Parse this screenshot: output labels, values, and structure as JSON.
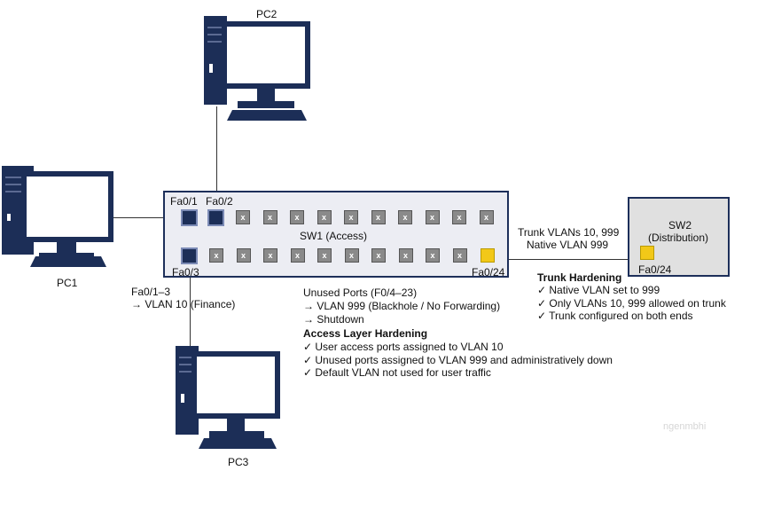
{
  "devices": {
    "pc1": {
      "label": "PC1"
    },
    "pc2": {
      "label": "PC2"
    },
    "pc3": {
      "label": "PC3"
    },
    "sw1": {
      "label": "SW1 (Access)"
    },
    "sw2": {
      "title": "SW2",
      "subtitle": "(Distribution)",
      "port_label": "Fa0/24"
    }
  },
  "ports": {
    "fa01": "Fa0/1",
    "fa02": "Fa0/2",
    "fa03": "Fa0/3",
    "fa024": "Fa0/24"
  },
  "access_ports_note": {
    "line1": "Fa0/1–3",
    "line2": "→ VLAN 10  (Finance)"
  },
  "unused_ports_note": {
    "line1": "Unused Ports (F0/4–23)",
    "line2": "→ VLAN 999 (Blackhole / No Forwarding)",
    "line3": "→ Shutdown"
  },
  "trunk_link": {
    "line1": "Trunk VLANs 10, 999",
    "line2": "Native VLAN 999"
  },
  "access_hardening": {
    "title": "Access Layer Hardening",
    "items": [
      "✓ User access ports assigned to VLAN 10",
      "✓ Unused ports assigned to VLAN 999 and administratively down",
      "✓ Default VLAN not used for user traffic"
    ]
  },
  "trunk_hardening": {
    "title": "Trunk Hardening",
    "items": [
      "✓ Native VLAN set to 999",
      "✓ Only VLANs 10, 999 allowed on trunk",
      "✓ Trunk configured on both ends"
    ]
  },
  "unused_port_glyph": "x",
  "watermark": "ngenmbhi",
  "colors": {
    "device_blue": "#1c2e57",
    "trunk_port": "#f2c818",
    "unused_port": "#8a8a8a"
  }
}
